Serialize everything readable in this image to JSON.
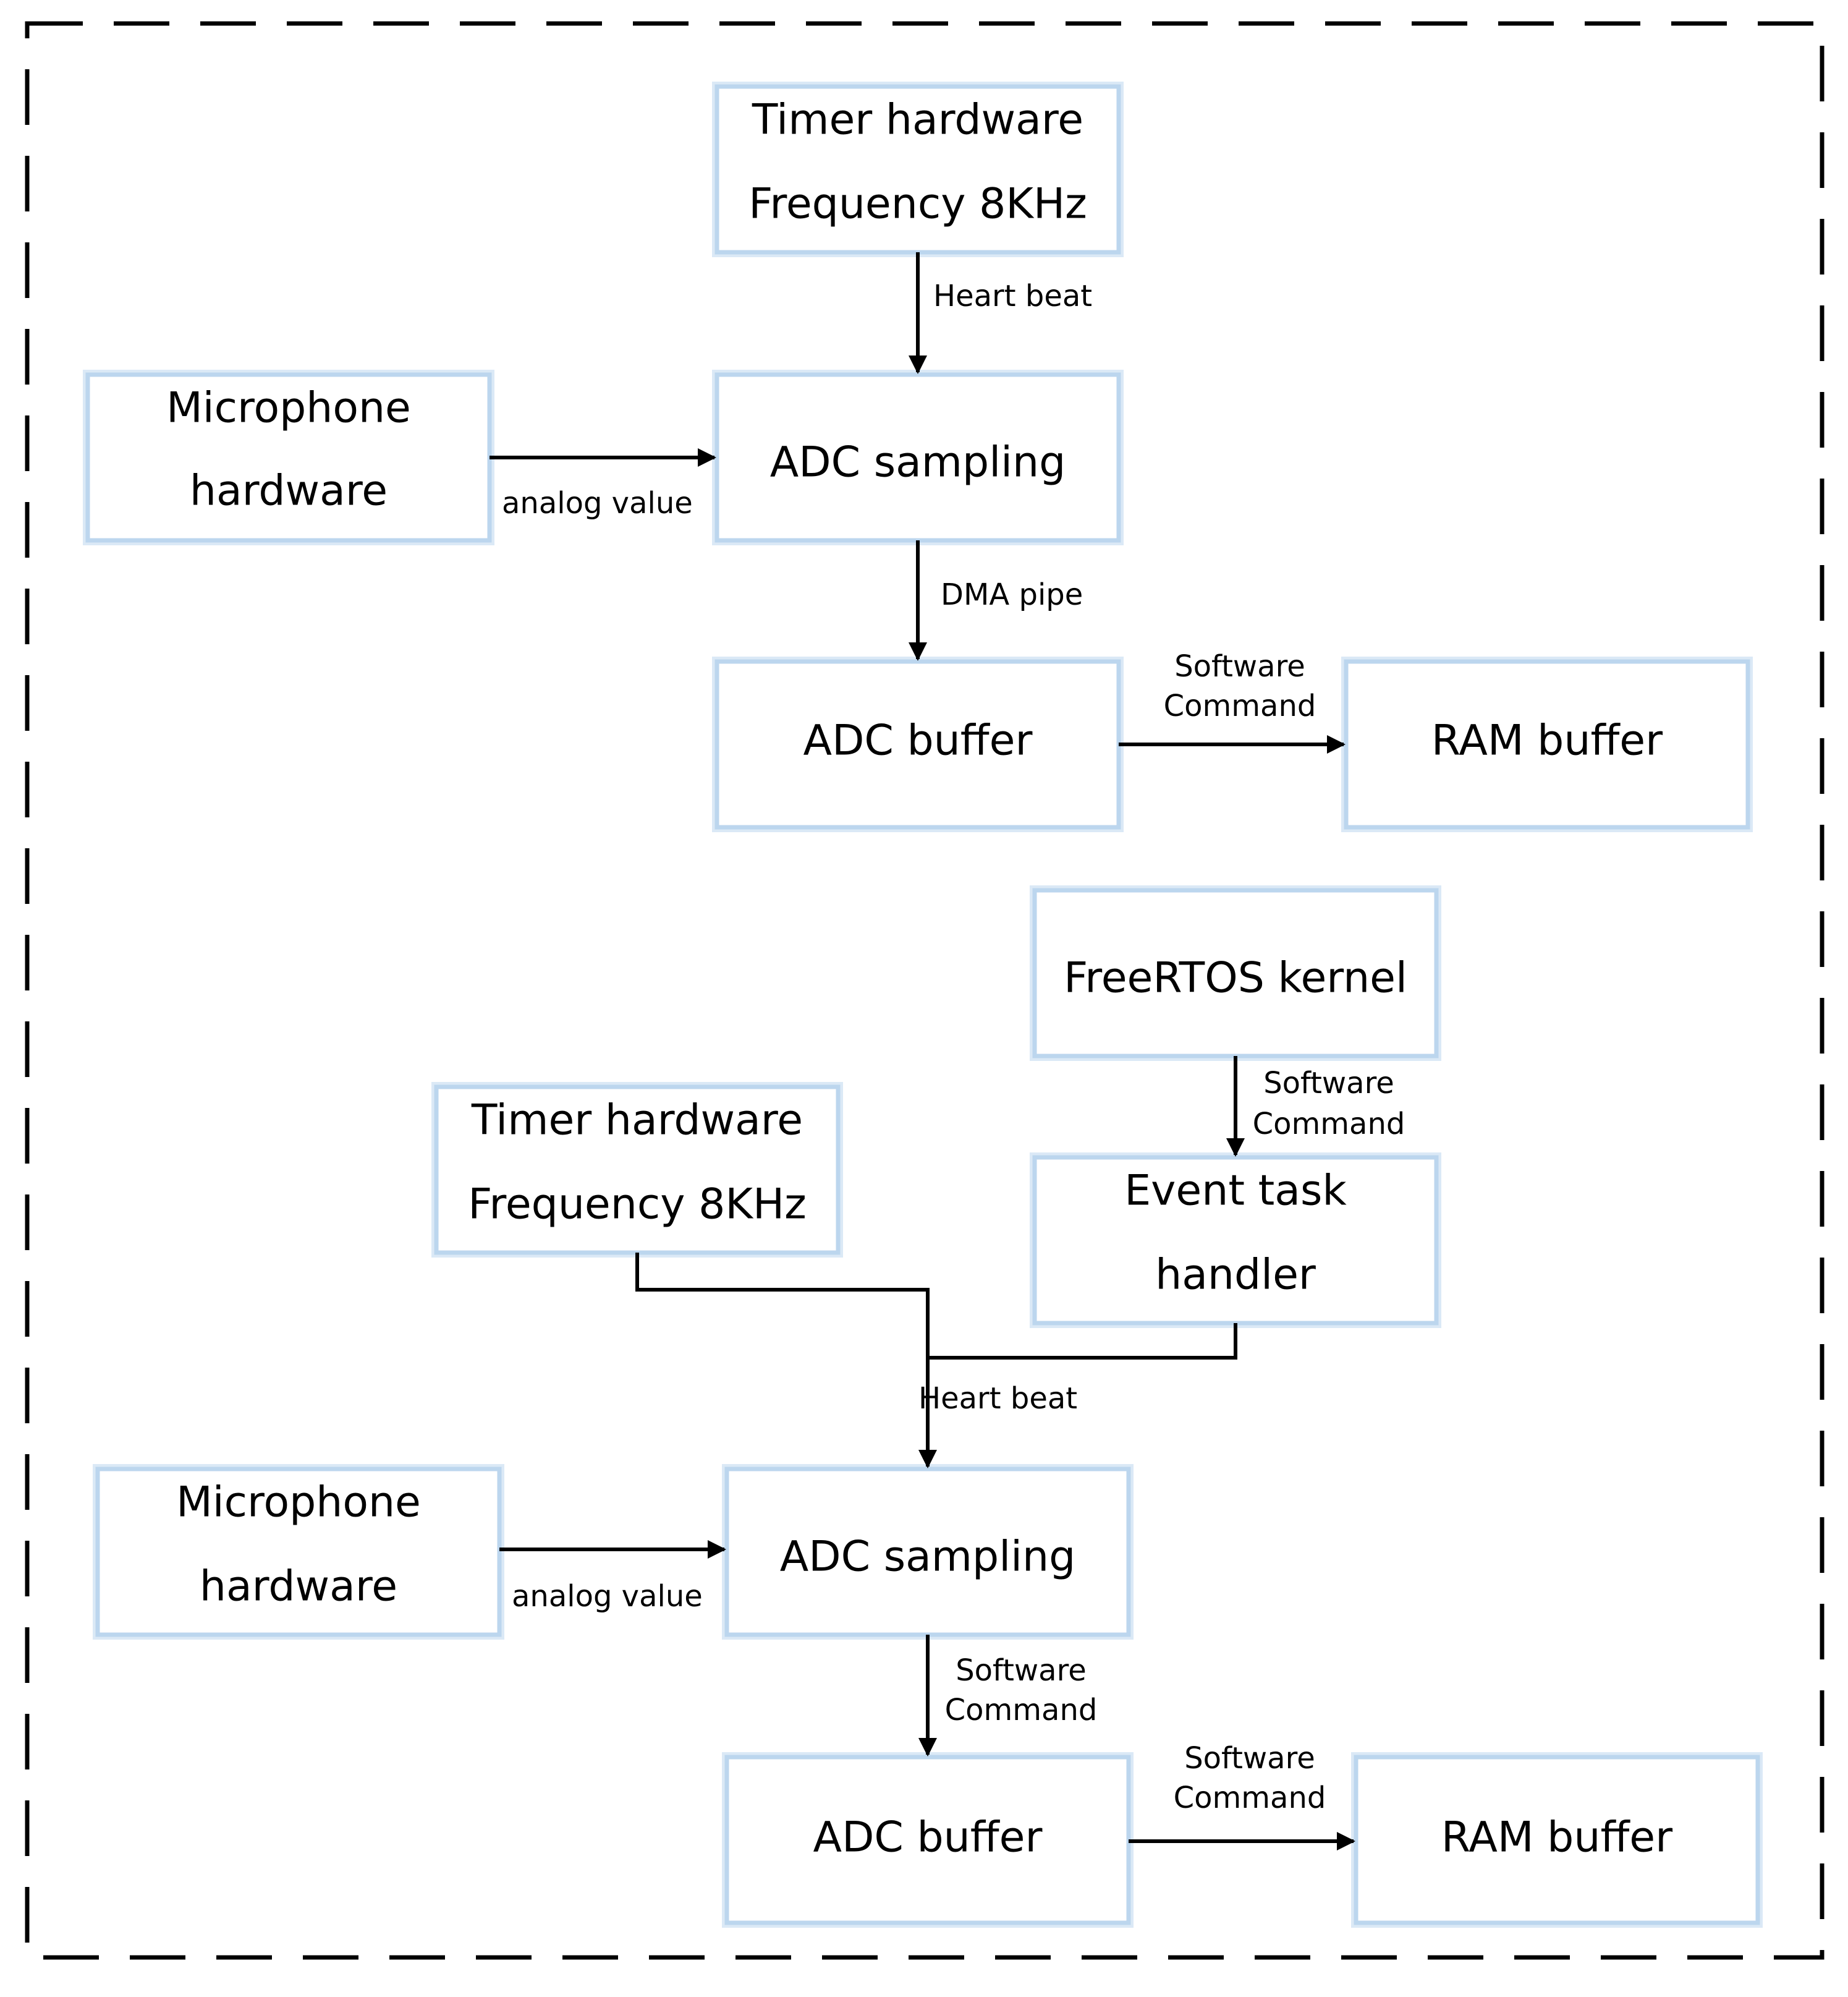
{
  "top_section": {
    "timer": {
      "line1": "Timer hardware",
      "line2": "Frequency 8KHz"
    },
    "microphone": {
      "line1": "Microphone",
      "line2": "hardware"
    },
    "adc_sampling": "ADC sampling",
    "adc_buffer": "ADC buffer",
    "ram_buffer": "RAM buffer",
    "edge_timer_to_adc": "Heart beat",
    "edge_mic_to_adc": "analog value",
    "edge_adc_to_buffer": "DMA pipe",
    "edge_buffer_to_ram": {
      "line1": "Software",
      "line2": "Command"
    }
  },
  "bottom_section": {
    "freertos": "FreeRTOS kernel",
    "event_handler": {
      "line1": "Event task",
      "line2": "handler"
    },
    "timer": {
      "line1": "Timer hardware",
      "line2": "Frequency 8KHz"
    },
    "microphone": {
      "line1": "Microphone",
      "line2": "hardware"
    },
    "adc_sampling": "ADC sampling",
    "adc_buffer": "ADC buffer",
    "ram_buffer": "RAM buffer",
    "edge_freertos_to_event": {
      "line1": "Software",
      "line2": "Command"
    },
    "edge_to_adc": "Heart beat",
    "edge_mic_to_adc": "analog value",
    "edge_adc_to_buffer": {
      "line1": "Software",
      "line2": "Command"
    },
    "edge_buffer_to_ram": {
      "line1": "Software",
      "line2": "Command"
    }
  },
  "colors": {
    "box_border": "#bcd6ee",
    "line": "#000000",
    "frame": "#000000"
  }
}
